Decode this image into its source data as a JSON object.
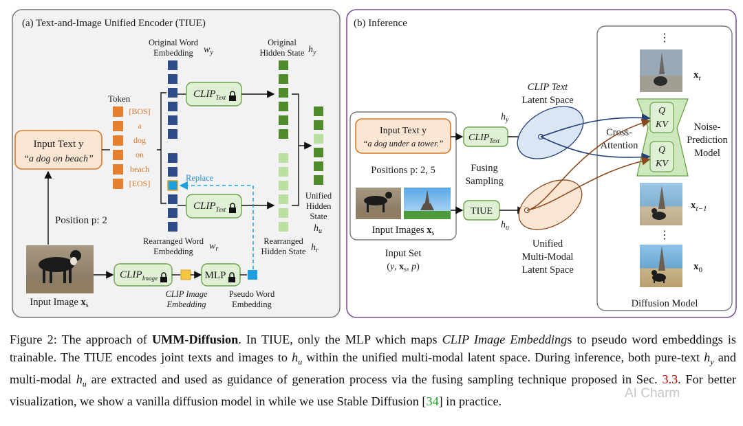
{
  "panel_a": {
    "title": "(a) Text-and-Image Unified Encoder (TIUE)",
    "input_text_title": "Input Text y",
    "input_text_value": "“a dog on beach”",
    "token_label": "Token",
    "tokens": [
      "[BOS]",
      "a",
      "dog",
      "on",
      "beach",
      "[EOS]"
    ],
    "orig_word_emb_label_1": "Original Word",
    "orig_word_emb_label_2": "Embedding",
    "orig_word_emb_sym": "wy",
    "orig_hidden_label_1": "Original",
    "orig_hidden_label_2": "Hidden State",
    "orig_hidden_sym": "hy",
    "clip_text": "CLIP",
    "clip_text_sub": "Text",
    "replace_label": "Replace",
    "unified_hidden_1": "Unified",
    "unified_hidden_2": "Hidden",
    "unified_hidden_3": "State",
    "unified_hidden_sym": "hu",
    "rearranged_word_1": "Rearranged Word",
    "rearranged_word_2": "Embedding",
    "rearranged_word_sym": "wr",
    "rearranged_hidden_1": "Rearranged",
    "rearranged_hidden_2": "Hidden State",
    "rearranged_hidden_sym": "hr",
    "position_label": "Position p: 2",
    "input_image_label": "Input Image xs",
    "clip_image": "CLIP",
    "clip_image_sub": "Image",
    "mlp_label": "MLP",
    "clip_image_emb_1": "CLIP Image",
    "clip_image_emb_2": "Embedding",
    "pseudo_word_1": "Pseudo Word",
    "pseudo_word_2": "Embedding"
  },
  "panel_b": {
    "title": "(b) Inference",
    "input_text_title": "Input Text y",
    "input_text_value": "“a dog under a tower.”",
    "positions_label": "Positions p: 2, 5",
    "input_images_label": "Input Images xs",
    "input_set_1": "Input Set",
    "input_set_2": "(y, xs, p)",
    "clip_text": "CLIP",
    "clip_text_sub": "Text",
    "tiue_label": "TIUE",
    "hy": "hy",
    "hu": "hu",
    "fusing_1": "Fusing",
    "fusing_2": "Sampling",
    "clip_latent_1": "CLIP Text",
    "clip_latent_2": "Latent Space",
    "unified_latent_1": "Unified",
    "unified_latent_2": "Multi-Modal",
    "unified_latent_3": "Latent Space",
    "cross_attention_1": "Cross-",
    "cross_attention_2": "Attention",
    "noise_pred_1": "Noise-",
    "noise_pred_2": "Prediction",
    "noise_pred_3": "Model",
    "q_label": "Q",
    "kv_label": "KV",
    "ellipsis": "⋮",
    "xt": "xt",
    "xt_1": "xt−1",
    "x0": "x0",
    "diffusion_label": "Diffusion Model"
  },
  "caption": {
    "figure_no": "Figure 2: The approach of ",
    "method": "UMM-Diffusion",
    "s1": ". In TIUE, only the MLP which maps ",
    "s1_it": "CLIP Image Embedding",
    "s2": "s to pseudo word embeddings is trainable. The TIUE encodes joint texts and images to ",
    "hu": "hu",
    "s3": " within the unified multi-modal latent space. During inference, both pure-text ",
    "hy": "hy",
    "s4": " and multi-modal ",
    "s5": " are extracted and used as guidance of generation process via the fusing sampling technique proposed in Sec. ",
    "sec_ref": "3.3",
    "s6": ". For better visualization, we show a vanilla diffusion model in ",
    "s7": " while we use Stable Diffusion [",
    "cite": "34",
    "s8": "] in practice."
  },
  "watermark": "AI Charm",
  "colors": {
    "orange": "#d9772b",
    "navy": "#2e4c88",
    "green": "#4f8a2c",
    "light_green": "#b9e0a0",
    "cyan": "#1ea0e0",
    "yellow": "#f5c542",
    "panel_b_border": "#7b4f9d"
  }
}
